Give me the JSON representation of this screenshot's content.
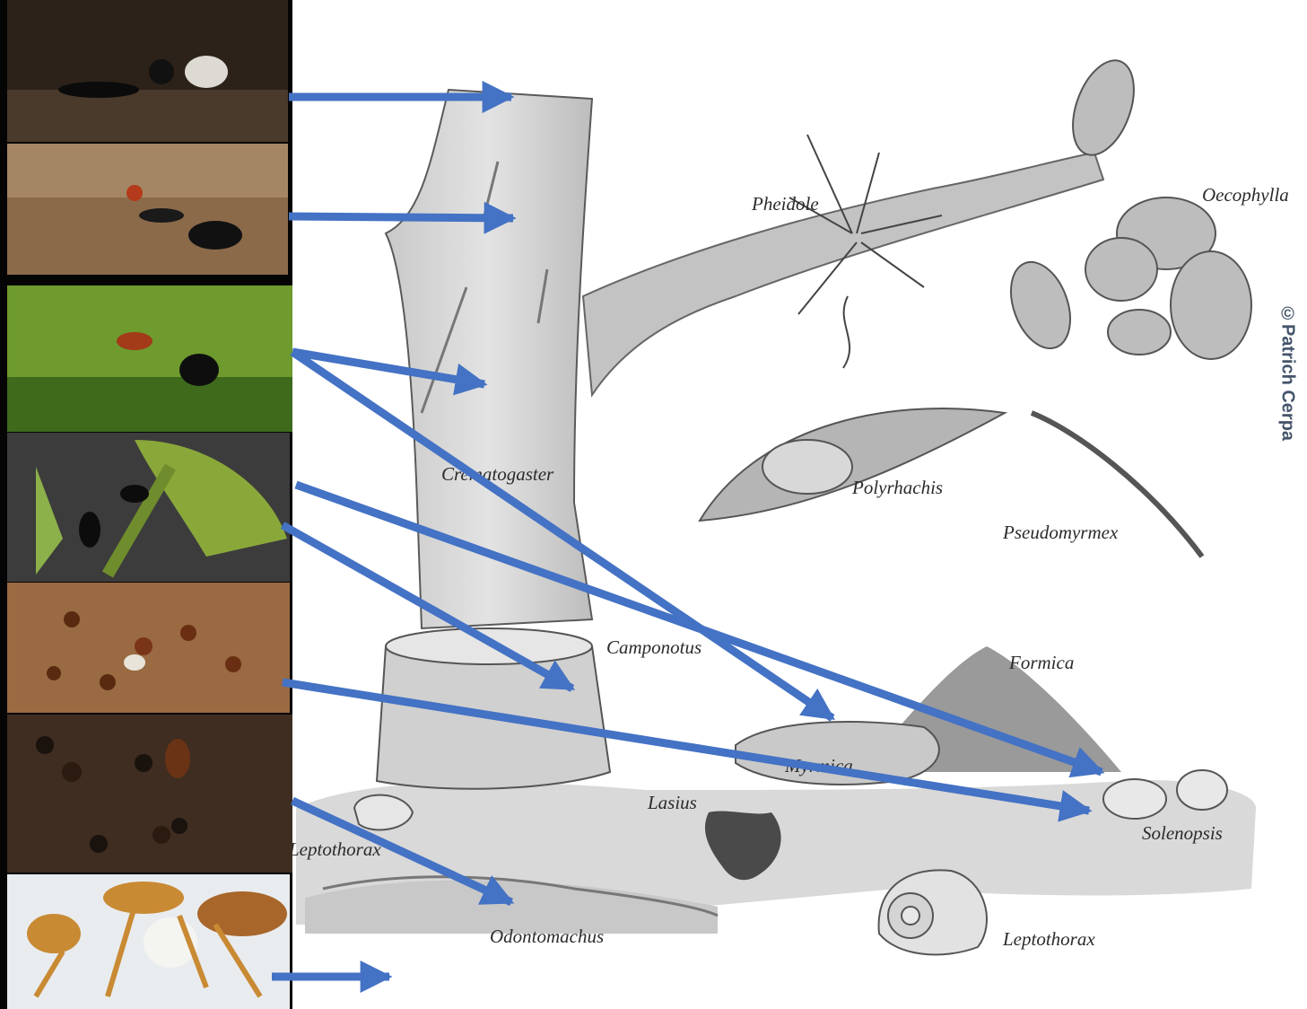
{
  "credit": "©Patrich Cerpa",
  "labels": {
    "pheidole": "Pheidole",
    "oecophylla": "Oecophylla",
    "crematogaster": "Crematogaster",
    "polyrhachis": "Polyrhachis",
    "pseudomyrmex": "Pseudomyrmex",
    "camponotus": "Camponotus",
    "formica": "Formica",
    "myrmica": "Myrmica",
    "lasius": "Lasius",
    "solenopsis": "Solenopsis",
    "leptothorax_left": "Leptothorax",
    "odontomachus": "Odontomachus",
    "leptothorax_right": "Leptothorax"
  },
  "photos": [
    {
      "name": "ant-carrying-larva-photo",
      "palette": "dark brown soil"
    },
    {
      "name": "ant-on-soil-photo",
      "palette": "tan soil"
    },
    {
      "name": "red-black-ant-on-moss-photo",
      "palette": "green moss"
    },
    {
      "name": "black-ant-on-plant-stem-photo",
      "palette": "green leaf"
    },
    {
      "name": "fire-ant-colony-photo",
      "palette": "orange soil"
    },
    {
      "name": "small-brown-ants-photo",
      "palette": "dark soil"
    },
    {
      "name": "pale-ant-specimen-photo",
      "palette": "white background"
    }
  ],
  "colors": {
    "arrow": "#4472c4",
    "credit": "#44546a"
  }
}
